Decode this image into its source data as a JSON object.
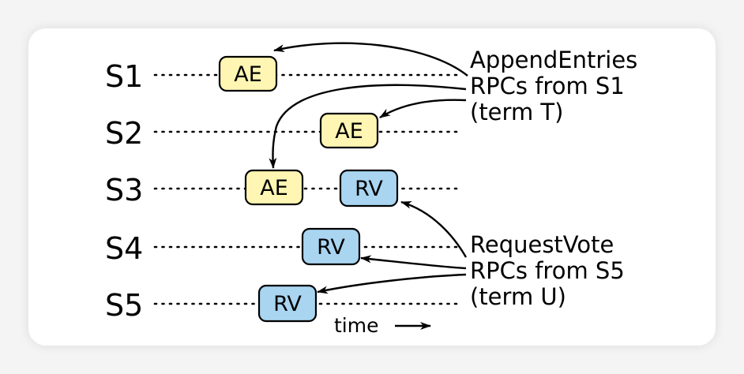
{
  "servers": [
    {
      "label": "S1"
    },
    {
      "label": "S2"
    },
    {
      "label": "S3"
    },
    {
      "label": "S4"
    },
    {
      "label": "S5"
    }
  ],
  "messages": {
    "s1_ae": "AE",
    "s2_ae": "AE",
    "s3_ae": "AE",
    "s3_rv": "RV",
    "s4_rv": "RV",
    "s5_rv": "RV"
  },
  "annotations": {
    "append_entries": [
      "AppendEntries",
      "RPCs from S1",
      "(term T)"
    ],
    "request_vote": [
      "RequestVote",
      "RPCs from S5",
      "(term U)"
    ]
  },
  "time_axis": {
    "label": "time"
  },
  "colors": {
    "append_entries_fill": "#fff6b3",
    "request_vote_fill": "#a9d5f1",
    "box_stroke": "#000000",
    "card_background": "#ffffff"
  },
  "icons": {
    "time_arrow": "right-arrow-icon"
  }
}
